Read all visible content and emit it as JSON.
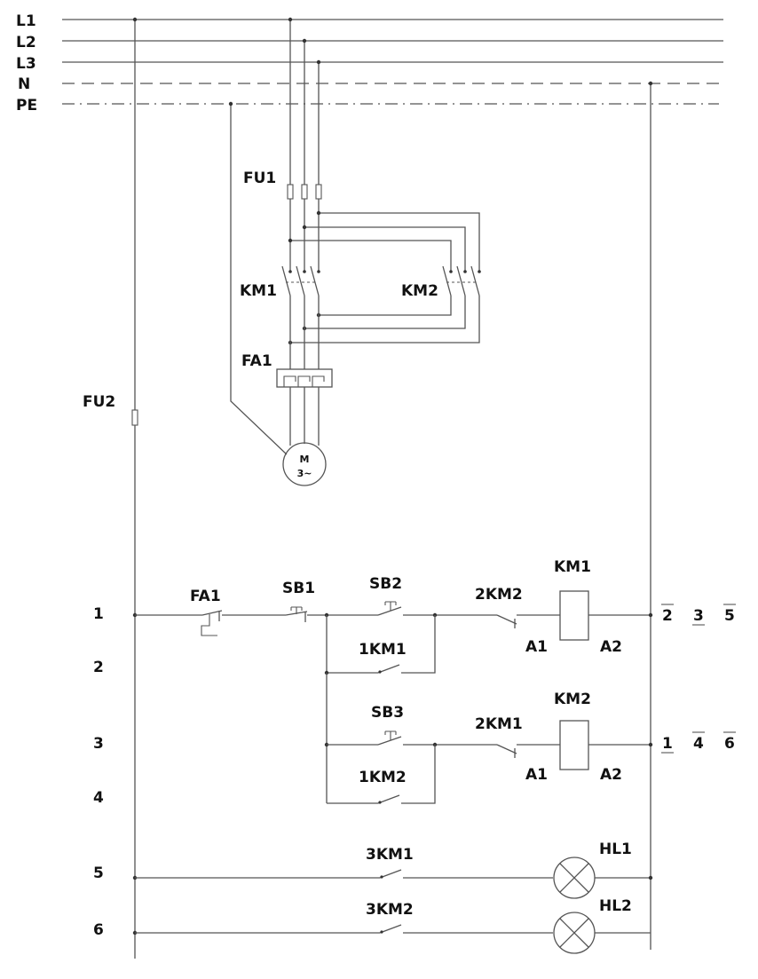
{
  "buses": {
    "l1": "L1",
    "l2": "L2",
    "l3": "L3",
    "n": "N",
    "pe": "PE"
  },
  "power_circuit": {
    "fuse_main": "FU1",
    "contactor_forward": "KM1",
    "contactor_reverse": "KM2",
    "overload_relay": "FA1",
    "motor_top": "M",
    "motor_bottom": "3~"
  },
  "control_circuit": {
    "fuse_control": "FU2",
    "overload_contact": "FA1",
    "stop_button": "SB1",
    "start_forward_button": "SB2",
    "start_reverse_button": "SB3",
    "holding_contact_forward": "1KM1",
    "holding_contact_reverse": "1KM2",
    "interlock_forward": "2KM2",
    "interlock_reverse": "2KM1",
    "coil_forward": "KM1",
    "coil_reverse": "KM2",
    "coil_terminal_a1": "A1",
    "coil_terminal_a2": "A2",
    "lamp_contact_forward": "3KM1",
    "lamp_contact_reverse": "3KM2",
    "lamp_forward": "HL1",
    "lamp_reverse": "HL2"
  },
  "line_numbers": [
    "1",
    "2",
    "3",
    "4",
    "5",
    "6"
  ],
  "contact_refs": {
    "km1": [
      "2",
      "3",
      "5"
    ],
    "km2": [
      "1",
      "4",
      "6"
    ]
  },
  "colors": {
    "wire": "#555555",
    "text": "#111111"
  }
}
